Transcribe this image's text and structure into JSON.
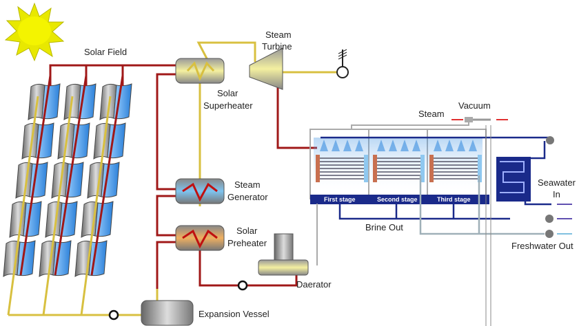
{
  "labels": {
    "solar_field": "Solar Field",
    "steam_turbine_1": "Steam",
    "steam_turbine_2": "Turbine",
    "superheater_1": "Solar",
    "superheater_2": "Superheater",
    "generator_1": "Steam",
    "generator_2": "Generator",
    "preheater_1": "Solar",
    "preheater_2": "Preheater",
    "daerator": "Daerator",
    "expansion_vessel": "Expansion Vessel",
    "steam": "Steam",
    "vacuum": "Vacuum",
    "brine_out": "Brine Out",
    "seawater_in_1": "Seawater",
    "seawater_in_2": "In",
    "freshwater_out": "Freshwater Out"
  },
  "stages": [
    "First stage",
    "Second stage",
    "Third stage"
  ],
  "colors": {
    "hot_oil": "#a01818",
    "steam": "#d8c040",
    "seawater": "#1a2a8a",
    "distillate": "#9fb0b8",
    "sun": "#f2f000",
    "mirror": "#4aa0e8"
  }
}
